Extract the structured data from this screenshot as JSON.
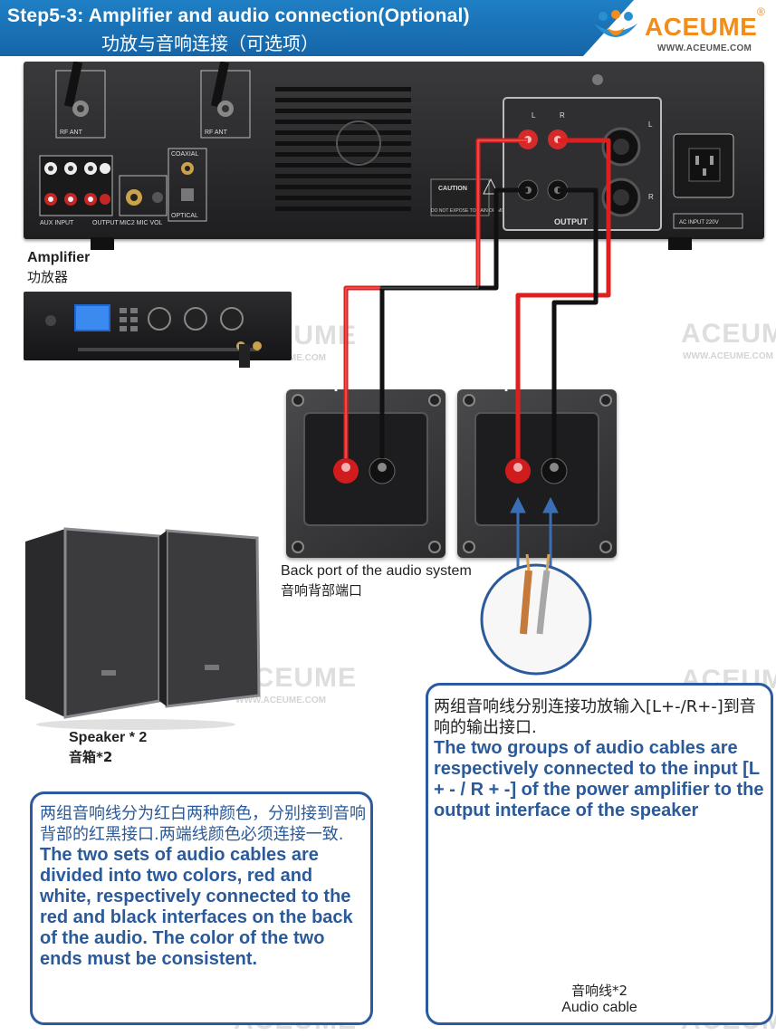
{
  "header": {
    "step_title": "Step5-3:  Amplifier and audio connection(Optional)",
    "step_subtitle": "功放与音响连接（可选项）",
    "logo_text": "ACEUME",
    "logo_url": "WWW.ACEUME.COM",
    "logo_reg": "®"
  },
  "amplifier_rear_labels": {
    "rf_ant": "RF ANT",
    "coaxial": "COAXIAL",
    "aux_input": "AUX INPUT",
    "output": "OUTPUT",
    "mic_vol": "MIC2  MIC VOL",
    "optical": "OPTICAL",
    "caution": "CAUTION",
    "do_not_expose": "DO NOT EXPOSE TO RAIN OR MOISTURE",
    "output_panel": "OUTPUT",
    "ac_input": "AC INPUT 220V",
    "left": "L",
    "right": "R"
  },
  "amplifier_label": {
    "en": "Amplifier",
    "cn": "功放器"
  },
  "terminal_signs": {
    "plus": "+",
    "minus": "-"
  },
  "back_port_label": {
    "en": "Back port of the audio system",
    "cn": "音响背部端口"
  },
  "speaker_label": {
    "en": "Speaker * 2",
    "cn": "音箱*2"
  },
  "left_box": {
    "cn": "两组音响线分为红白两种颜色，分别接到音响背部的红黑接口.两端线颜色必须连接一致.",
    "en": "The two sets of audio cables are divided into two colors, red and white, respectively connected to the red and black interfaces on the back of the audio. The color of the two ends must be consistent."
  },
  "right_box": {
    "cn": "两组音响线分别连接功放输入[L+-/R+-]到音响的输出接口.",
    "en": "The two groups of audio cables are respectively connected to the input [L + - / R + -] of the power amplifier to the output interface of the speaker"
  },
  "audio_cable_label": {
    "cn": "音响线*2",
    "en": "Audio cable"
  },
  "watermark": {
    "text": "ACEUME",
    "url": "WWW.ACEUME.COM"
  },
  "colors": {
    "header_blue": "#1565a8",
    "box_border": "#2b5aa0",
    "text_blue": "#2b5a9a",
    "cable_red": "#e01e1e",
    "cable_black": "#111111",
    "arrow_blue": "#3b6fb5",
    "logo_orange": "#f28c1b"
  }
}
